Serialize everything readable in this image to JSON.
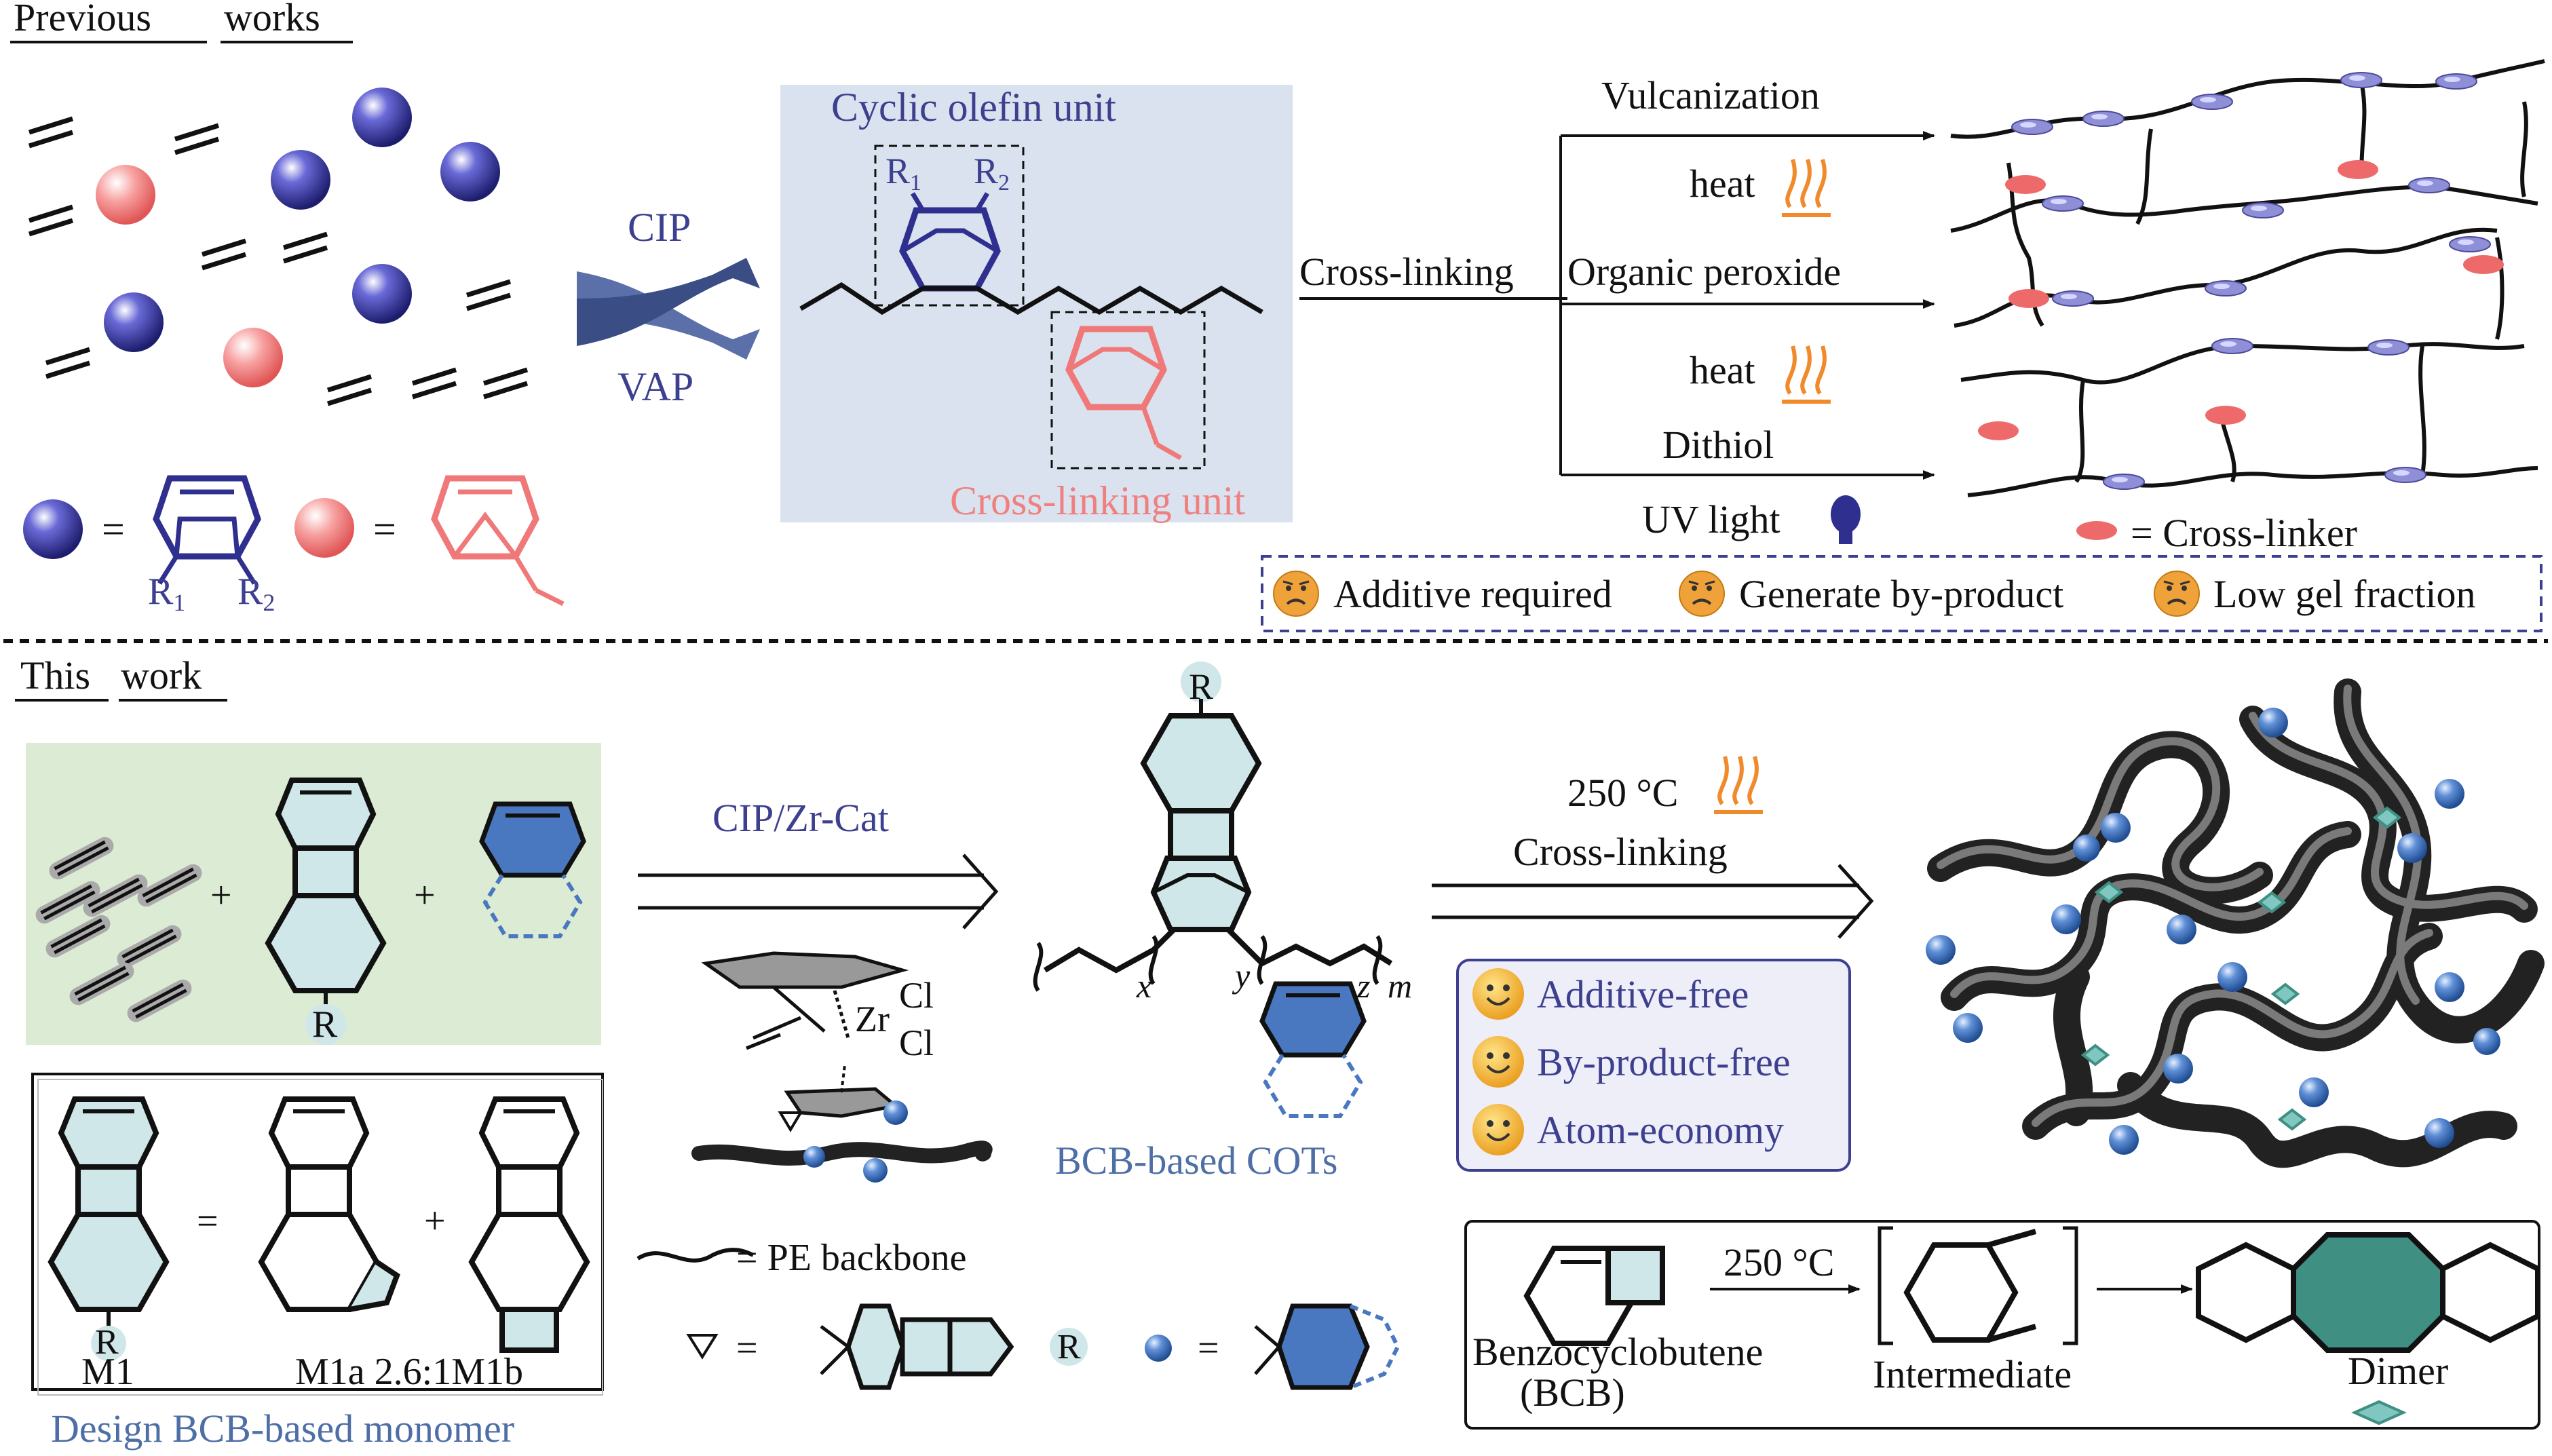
{
  "colors": {
    "ring_blue": "#2f2f8f",
    "ring_pink": "#f07878",
    "panel_blue": "#d9e2ee",
    "panel_green": "#dcebd3",
    "bcb_fill": "#cfe7e8",
    "steel_blue": "#4a78c0",
    "crosslinker_red": "#ee6a6a",
    "oval_purple": "#8e8fd6",
    "teal_dimer": "#3f8f82",
    "text_blue": "#3d3f8f",
    "text_pink": "#f08080",
    "text_steel": "#4e6fa6",
    "smile_fill": "#f4b63a",
    "frown_fill": "#f0a23a",
    "heat_orange": "#f08a2a"
  },
  "previous_works": {
    "header_word1": "Previous",
    "header_word2": "works",
    "sphere_eq": "=",
    "r1": "R",
    "r1_sub": "1",
    "r2": "R",
    "r2_sub": "2",
    "cip": "CIP",
    "vap": "VAP",
    "cyclic_olefin_unit": "Cyclic olefin unit",
    "crosslinking_unit": "Cross-linking unit",
    "cross_linking": "Cross-linking",
    "vulcanization": "Vulcanization",
    "heat_1": "heat",
    "organic_peroxide": "Organic peroxide",
    "heat_2": "heat",
    "dithiol": "Dithiol",
    "uv_light": "UV light",
    "cross_linker_legend": "= Cross-linker",
    "drawbacks": [
      "Additive required",
      "Generate by-product",
      "Low gel fraction"
    ]
  },
  "this_work": {
    "header_word1": "This",
    "header_word2": "work",
    "plus": "+",
    "r_label": "R",
    "cip_zr_cat": "CIP/Zr-Cat",
    "zr": "Zr",
    "cl": "Cl",
    "sub_x": "x",
    "sub_y": "y",
    "sub_z": "z",
    "sub_m": "m",
    "bcb_cots": "BCB-based COTs",
    "temp": "250 °C",
    "cross_linking": "Cross-linking",
    "advantages": [
      "Additive-free",
      "By-product-free",
      "Atom-economy"
    ],
    "m1_eq": "=",
    "m1": "M1",
    "ratio_label": "M1a 2.6:1M1b",
    "design_caption": "Design BCB-based monomer",
    "pe_backbone": "= PE backbone",
    "triangle_eq": "=",
    "sphere_eq": "=",
    "bcb_mech_temp": "250 °C",
    "benzocyclobutene": "Benzocyclobutene",
    "bcb_abbr": "(BCB)",
    "intermediate": "Intermediate",
    "dimer": "Dimer"
  }
}
